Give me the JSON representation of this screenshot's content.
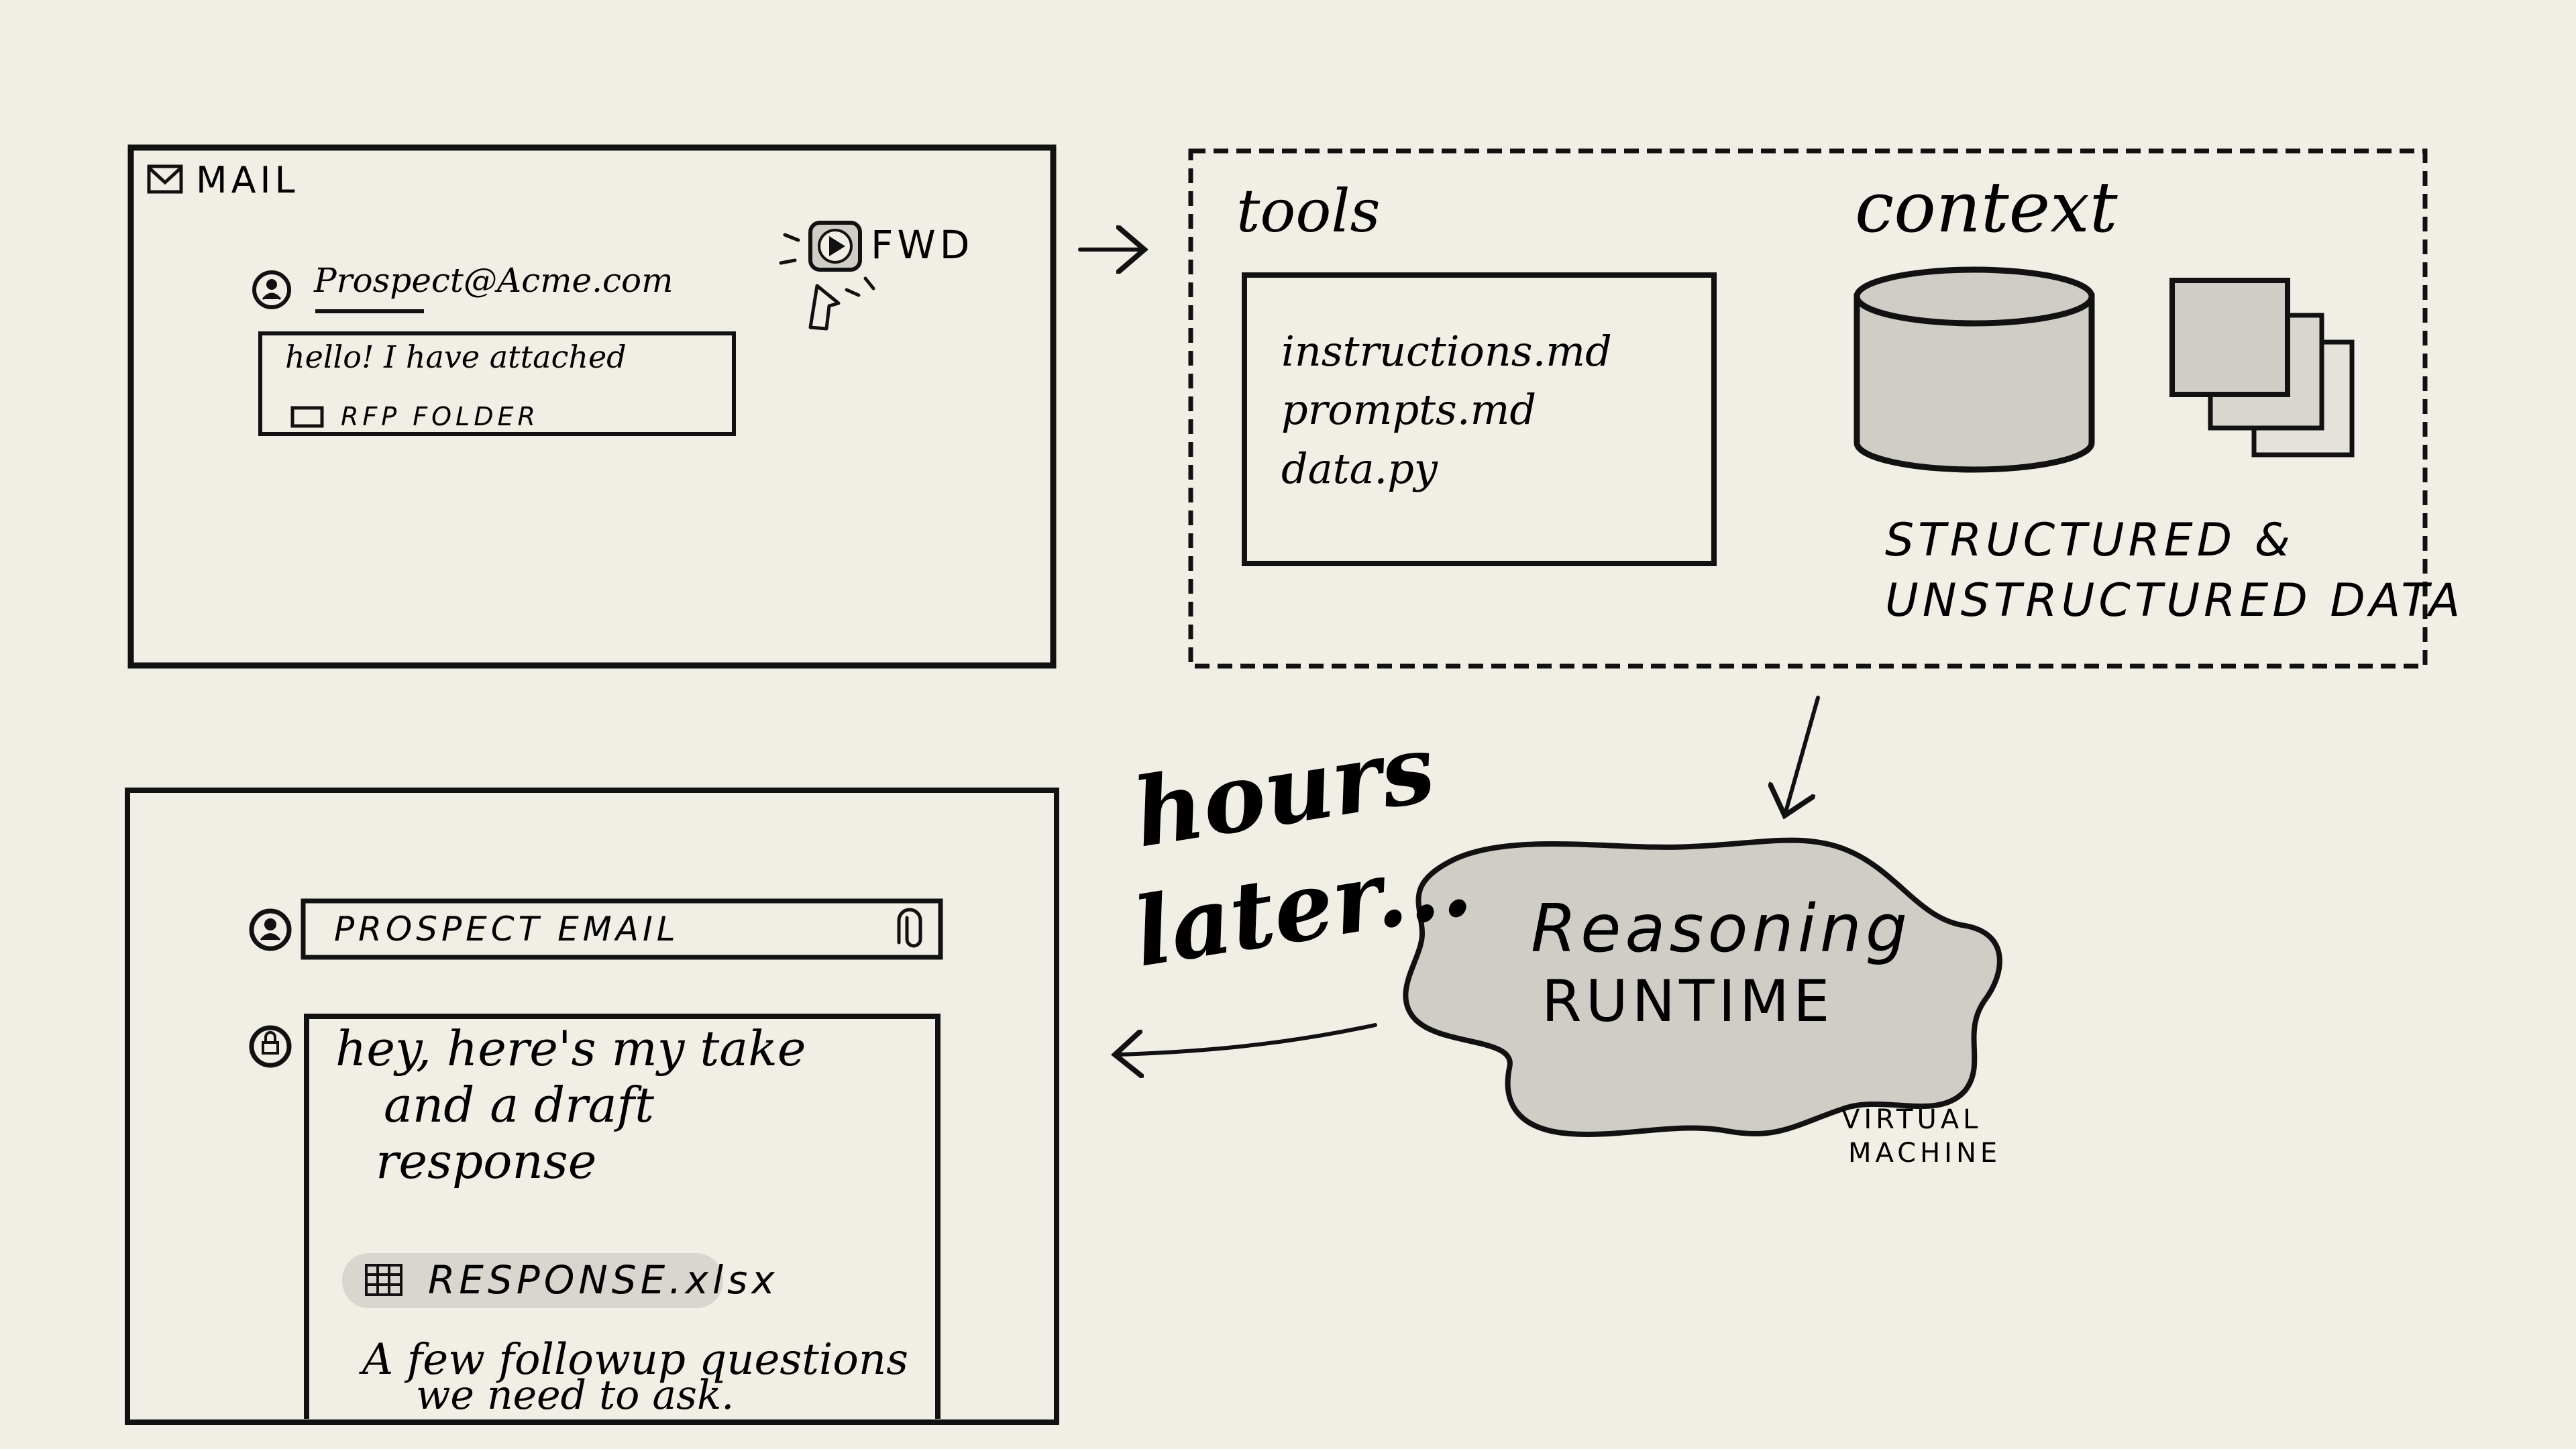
{
  "mail_panel": {
    "app_label": "MAIL",
    "sender": "Prospect@Acme.com",
    "message_line": "hello! I have attached",
    "attachment": "RFP FOLDER",
    "forward_label": "FWD"
  },
  "context_panel": {
    "tools_heading": "tools",
    "tool_files": [
      "instructions.md",
      "prompts.md",
      "data.py"
    ],
    "context_heading": "context",
    "data_caption_line1": "STRUCTURED &",
    "data_caption_line2": "UNSTRUCTURED  DATA"
  },
  "runtime": {
    "label_line1": "Reasoning",
    "label_line2": "RUNTIME",
    "vm_line1": "VIRTUAL",
    "vm_line2": "MACHINE"
  },
  "transition": {
    "line1": "hours",
    "line2": "later..."
  },
  "reply_panel": {
    "quoted_email": "PROSPECT  EMAIL",
    "reply_line1": "hey,  here's  my  take",
    "reply_line2": "and  a  draft",
    "reply_line3": "response",
    "attachment": "RESPONSE.xlsx",
    "followup_line1": "A few  followup  questions",
    "followup_line2": "we  need  to  ask."
  },
  "colors": {
    "background": "#f0eee5",
    "ink": "#111111",
    "fill_gray": "#cfcdc6"
  }
}
